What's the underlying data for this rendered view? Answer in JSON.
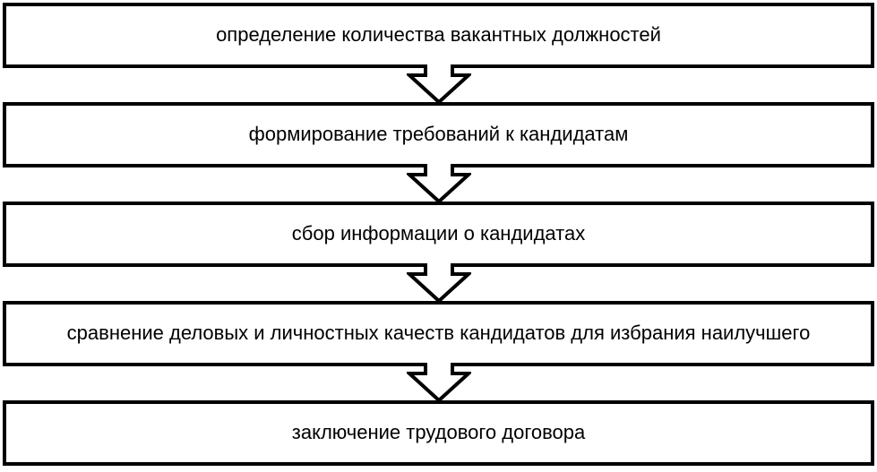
{
  "diagram": {
    "steps": [
      {
        "label": "определение количества вакантных должностей"
      },
      {
        "label": "формирование требований к кандидатам"
      },
      {
        "label": "сбор информации о кандидатах"
      },
      {
        "label": "сравнение деловых и личностных качеств кандидатов для избрания наилучшего"
      },
      {
        "label": "заключение трудового договора"
      }
    ],
    "icons": {
      "connector": "down-block-arrow"
    },
    "colors": {
      "border": "#000000",
      "background": "#ffffff",
      "text": "#000000"
    }
  }
}
